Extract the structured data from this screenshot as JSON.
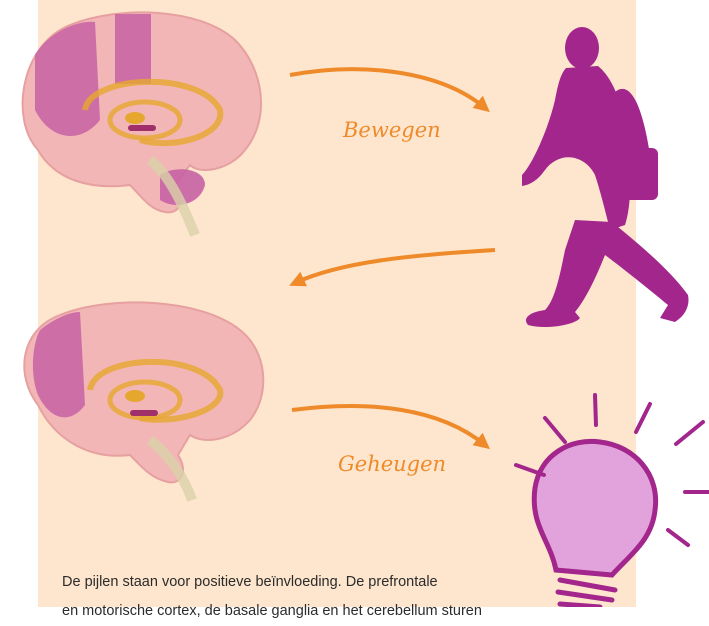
{
  "labels": {
    "move": "Bewegen",
    "memory": "Geheugen"
  },
  "caption": {
    "line1": "De pijlen staan voor positieve beïnvloeding. De prefrontale",
    "line2": "en motorische cortex, de basale ganglia en het cerebellum sturen"
  },
  "colors": {
    "background": "#fde6cd",
    "arrow": "#ef8a2a",
    "figure": "#a2268c",
    "bulb_fill": "#e2a3dc",
    "brain": "#f0b3b3"
  },
  "icons": [
    "brain-icon",
    "walking-person-icon",
    "light-bulb-icon"
  ]
}
